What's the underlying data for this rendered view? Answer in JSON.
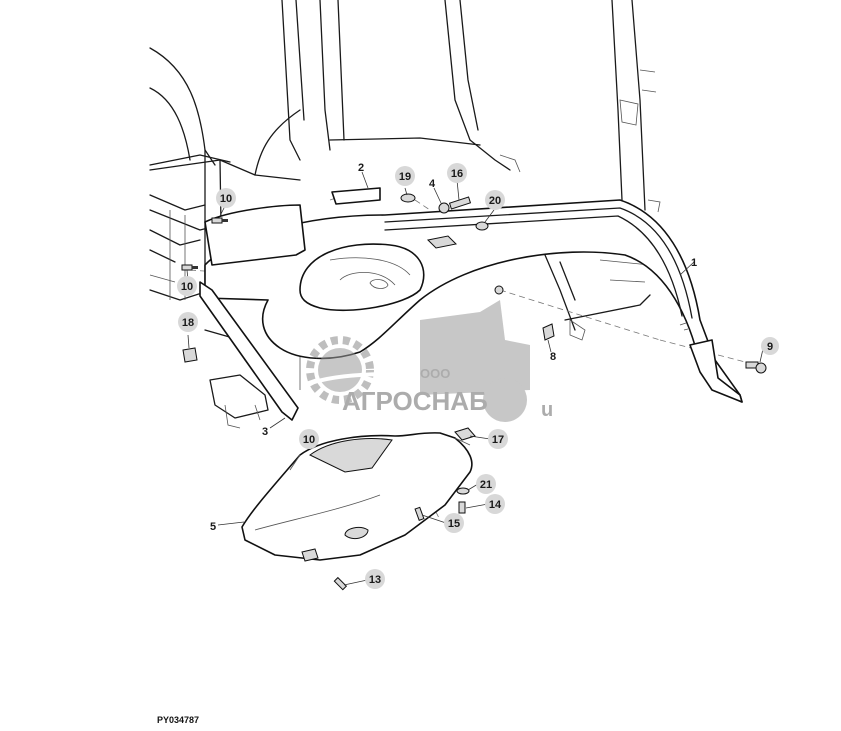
{
  "figure_code": "PY034787",
  "watermark": {
    "prefix": "ООО",
    "brand": "АГРОСНАБ",
    "suffix": "u",
    "color": "#8a8a8a"
  },
  "callouts": [
    {
      "id": "c1",
      "label": "1",
      "style": "plain"
    },
    {
      "id": "c2",
      "label": "2",
      "style": "plain"
    },
    {
      "id": "c3",
      "label": "3",
      "style": "plain"
    },
    {
      "id": "c4",
      "label": "4",
      "style": "plain"
    },
    {
      "id": "c5",
      "label": "5",
      "style": "plain"
    },
    {
      "id": "c8",
      "label": "8",
      "style": "plain"
    },
    {
      "id": "c9",
      "label": "9",
      "style": "circle"
    },
    {
      "id": "c10a",
      "label": "10",
      "style": "circle"
    },
    {
      "id": "c10b",
      "label": "10",
      "style": "circle"
    },
    {
      "id": "c10c",
      "label": "10",
      "style": "circle"
    },
    {
      "id": "c13",
      "label": "13",
      "style": "circle"
    },
    {
      "id": "c14",
      "label": "14",
      "style": "circle"
    },
    {
      "id": "c15",
      "label": "15",
      "style": "circle"
    },
    {
      "id": "c16",
      "label": "16",
      "style": "circle"
    },
    {
      "id": "c17",
      "label": "17",
      "style": "circle"
    },
    {
      "id": "c18",
      "label": "18",
      "style": "circle"
    },
    {
      "id": "c19",
      "label": "19",
      "style": "circle"
    },
    {
      "id": "c20",
      "label": "20",
      "style": "circle"
    },
    {
      "id": "c21",
      "label": "21",
      "style": "circle"
    }
  ]
}
